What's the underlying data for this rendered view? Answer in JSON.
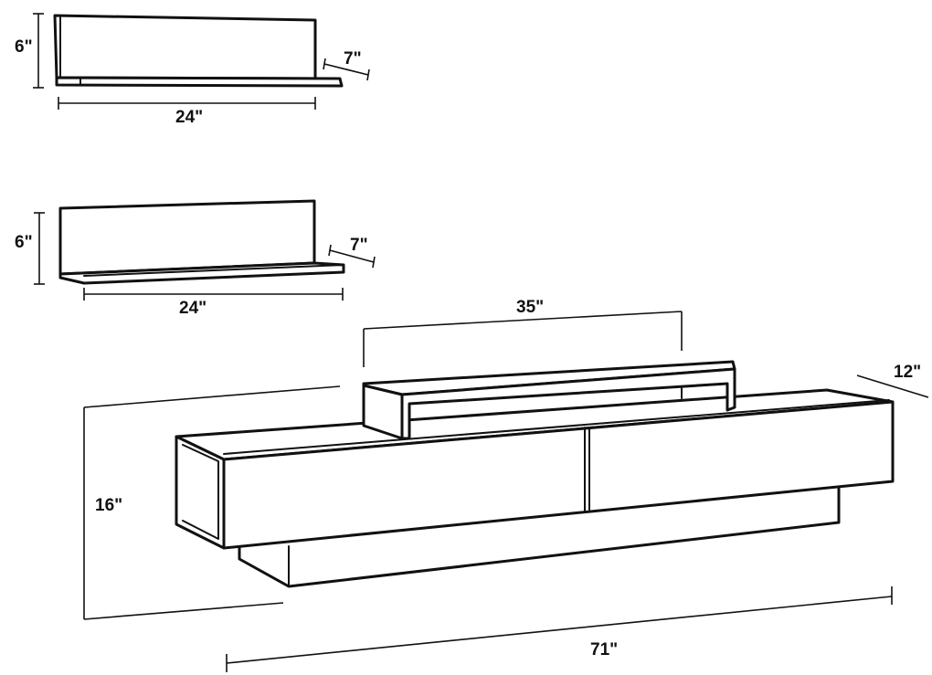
{
  "shelf_top": {
    "height": "6\"",
    "depth": "7\"",
    "width": "24\""
  },
  "shelf_middle": {
    "height": "6\"",
    "depth": "7\"",
    "width": "24\""
  },
  "tv_unit": {
    "top_shelf_width": "35\"",
    "depth": "12\"",
    "height": "16\"",
    "width": "71\""
  }
}
